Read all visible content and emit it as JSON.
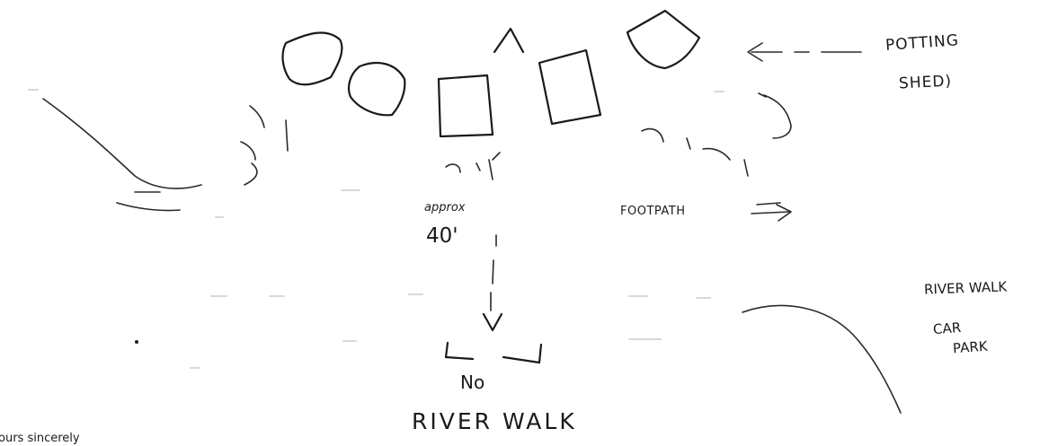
{
  "labels": {
    "potting_line1": "POTTING",
    "potting_line2": "SHED)",
    "approx": "approx",
    "distance": "40'",
    "footpath": "FOOTPATH",
    "no": "No",
    "river_walk": "RIVER WALK",
    "river_walk_car_park": [
      "RIVER WALK",
      "CAR",
      "PARK"
    ],
    "text_fragment": "ours sincerely"
  },
  "colors": {
    "ink": "#1a1a1a",
    "faint": "#d8d8d8",
    "background": "#ffffff"
  }
}
